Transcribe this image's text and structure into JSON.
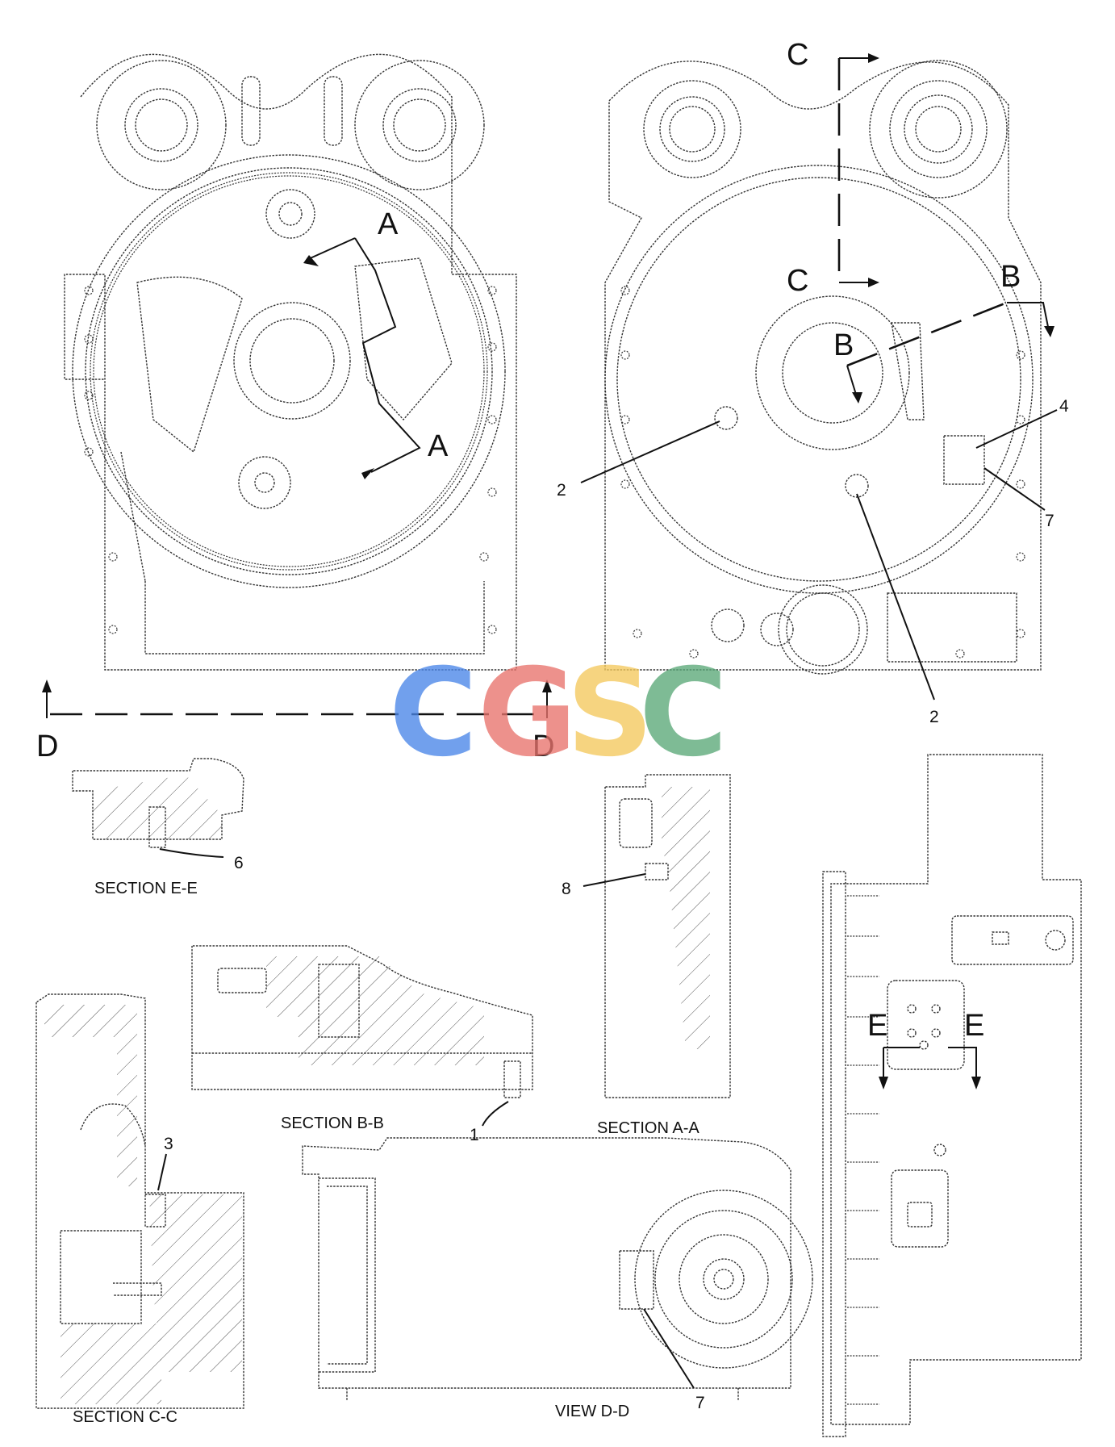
{
  "section_markers": {
    "a_top": "A",
    "a_bottom": "A",
    "b_top": "B",
    "b_left": "B",
    "c_top": "C",
    "c_bottom": "C",
    "d_left": "D",
    "d_right": "D",
    "e_left": "E",
    "e_right": "E"
  },
  "callouts": {
    "n1": "1",
    "n2_left": "2",
    "n2_bottom": "2",
    "n3": "3",
    "n4": "4",
    "n6": "6",
    "n7_top": "7",
    "n7_bottom": "7",
    "n8": "8"
  },
  "captions": {
    "section_ee": "SECTION E-E",
    "section_bb": "SECTION B-B",
    "section_aa": "SECTION A-A",
    "section_cc": "SECTION C-C",
    "view_dd": "VIEW D-D"
  },
  "watermark": {
    "letters": [
      "C",
      "G",
      "S",
      "C"
    ],
    "colors": [
      "#4a86e8",
      "#e8736c",
      "#f4c95d",
      "#5aa878"
    ]
  }
}
